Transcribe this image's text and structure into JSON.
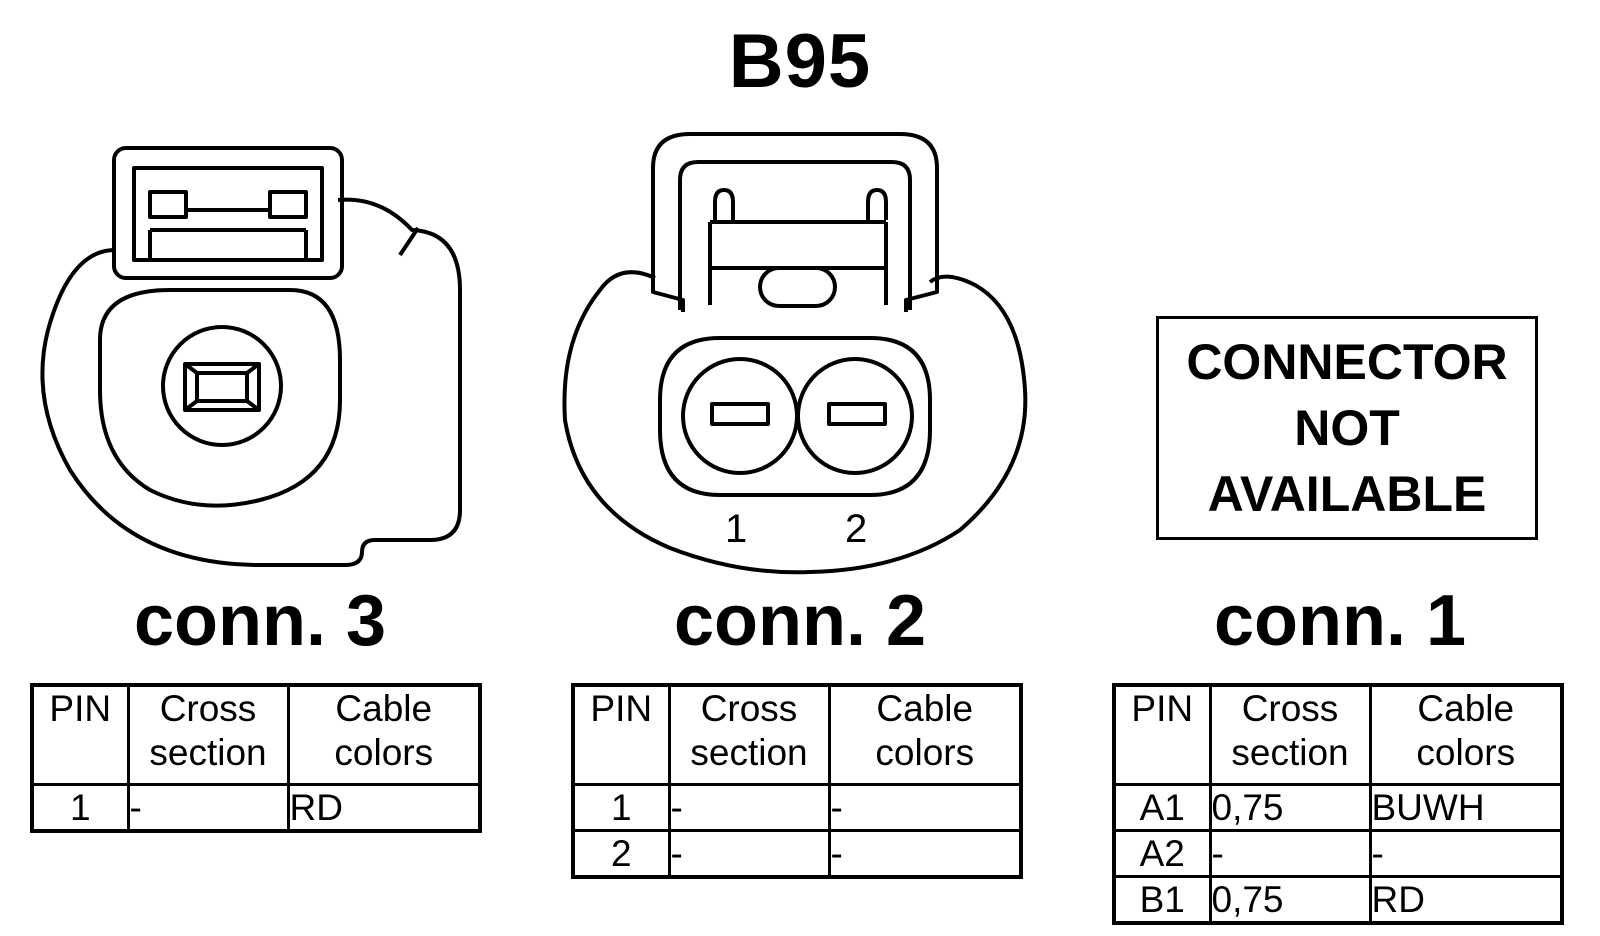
{
  "title": "B95",
  "connectors": [
    {
      "label": "conn. 3",
      "headers": {
        "pin": "PIN",
        "cross": "Cross section",
        "colors": "Cable colors"
      },
      "rows": [
        {
          "pin": "1",
          "cross": "-",
          "color": "RD"
        }
      ]
    },
    {
      "label": "conn. 2",
      "pin_numbers": [
        "1",
        "2"
      ],
      "headers": {
        "pin": "PIN",
        "cross": "Cross section",
        "colors": "Cable colors"
      },
      "rows": [
        {
          "pin": "1",
          "cross": "-",
          "color": "-"
        },
        {
          "pin": "2",
          "cross": "-",
          "color": "-"
        }
      ]
    },
    {
      "label": "conn. 1",
      "not_available": [
        "CONNECTOR",
        "NOT",
        "AVAILABLE"
      ],
      "headers": {
        "pin": "PIN",
        "cross": "Cross section",
        "colors": "Cable colors"
      },
      "rows": [
        {
          "pin": "A1",
          "cross": "0,75",
          "color": "BUWH"
        },
        {
          "pin": "A2",
          "cross": "-",
          "color": "-"
        },
        {
          "pin": "B1",
          "cross": "0,75",
          "color": "RD"
        }
      ]
    }
  ]
}
